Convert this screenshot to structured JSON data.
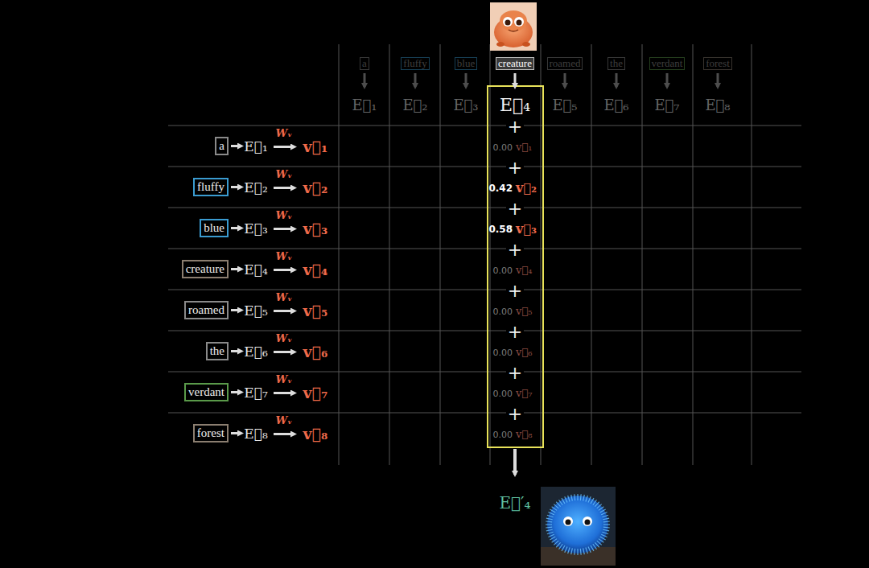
{
  "diagram": {
    "nodes": [
      {
        "text": [
          "a"
        ]
      },
      {
        "text": [
          "fluffy"
        ]
      },
      {
        "text": [
          "blue"
        ]
      },
      {
        "text": [
          "creature"
        ]
      },
      {
        "text": [
          "roamed"
        ]
      },
      {
        "text": [
          "the"
        ]
      },
      {
        "text": [
          "verdant"
        ]
      },
      {
        "text": [
          "forest"
        ]
      },
      {
        "text": [
          "a"
        ]
      },
      {
        "text": [
          "fluffy"
        ]
      },
      {
        "text": [
          "blue"
        ]
      },
      {
        "text": [
          "creature"
        ]
      },
      {
        "text": [
          "roamed"
        ]
      },
      {
        "text": [
          "the"
        ]
      },
      {
        "text": [
          "verdant"
        ]
      },
      {
        "text": [
          "forest"
        ]
      }
    ],
    "labels": [
      "E⃗₁",
      "E⃗₂",
      "E⃗₃",
      "E⃗₄",
      "E⃗₅",
      "E⃗₆",
      "E⃗₇",
      "E⃗₈",
      "E⃗₁",
      "Wᵥ",
      "v⃗₁",
      "E⃗₂",
      "Wᵥ",
      "v⃗₂",
      "E⃗₃",
      "Wᵥ",
      "v⃗₃",
      "E⃗₄",
      "Wᵥ",
      "v⃗₄",
      "E⃗₅",
      "Wᵥ",
      "v⃗₅",
      "E⃗₆",
      "Wᵥ",
      "v⃗₆",
      "E⃗₇",
      "Wᵥ",
      "v⃗₇",
      "E⃗₈",
      "Wᵥ",
      "v⃗₈",
      "E⃗₄",
      "+",
      "0.00",
      "v⃗₁",
      "+",
      "0.42",
      "v⃗₂",
      "+",
      "0.58",
      "v⃗₃",
      "+",
      "0.00",
      "v⃗₄",
      "+",
      "0.00",
      "v⃗₅",
      "+",
      "0.00",
      "v⃗₆",
      "+",
      "0.00",
      "v⃗₇",
      "+",
      "0.00",
      "v⃗₈",
      "E⃗′₄"
    ]
  }
}
